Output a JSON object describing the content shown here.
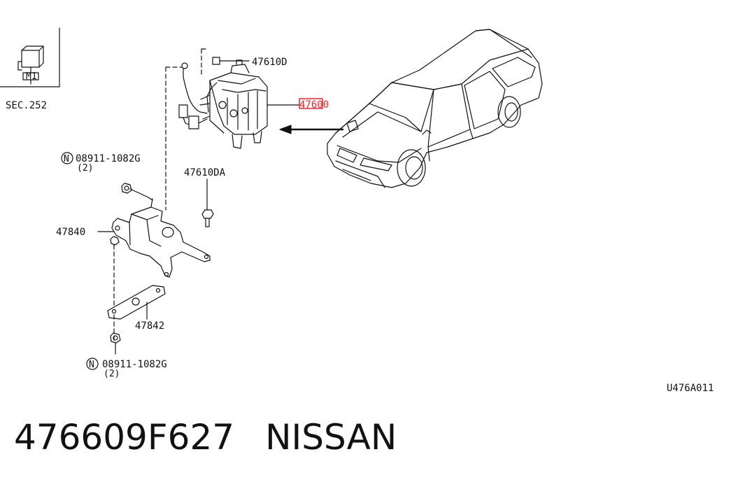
{
  "callouts": {
    "sec_ref": "SEC.252",
    "part_47610d": "47610D",
    "part_47600": "47600",
    "part_08911_top": "08911-1082G",
    "qty_top": "(2)",
    "part_47610da": "47610DA",
    "part_47840": "47840",
    "part_47842": "47842",
    "part_08911_bottom": "08911-1082G",
    "qty_bottom": "(2)",
    "nut_symbol": "N",
    "relay_mark": "M1"
  },
  "figure_code": "U476A011",
  "footer": {
    "part_number": "476609F627",
    "brand": "NISSAN"
  },
  "colors": {
    "highlight": "#e8262b",
    "line": "#111111"
  }
}
